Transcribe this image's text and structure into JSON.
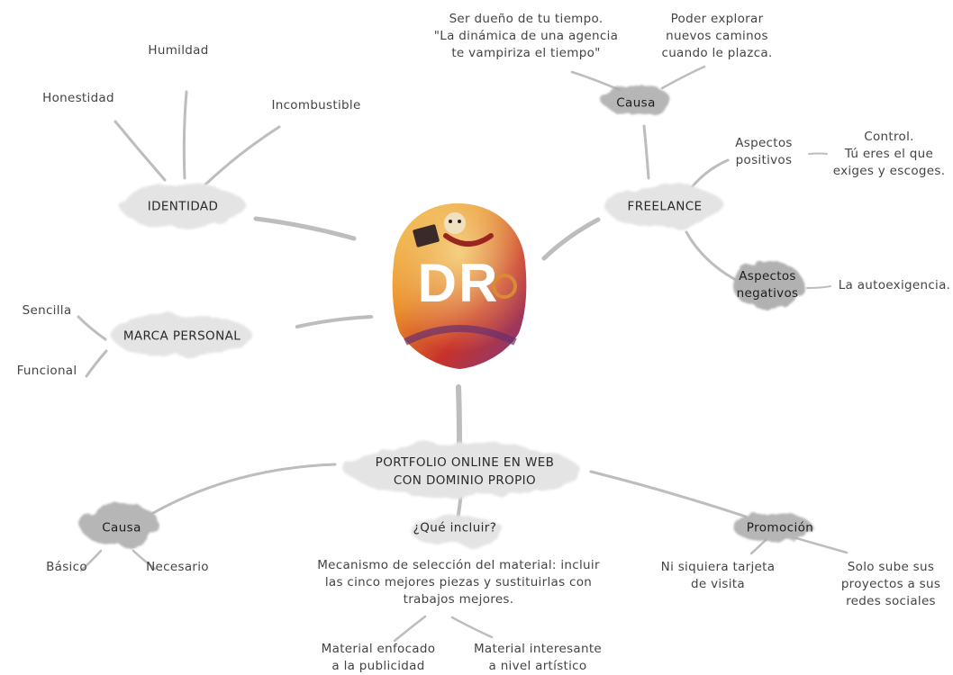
{
  "center": {
    "logo_text": "DR"
  },
  "identidad": {
    "title": "IDENTIDAD",
    "children": [
      "Humildad",
      "Honestidad",
      "Incombustible"
    ]
  },
  "marca": {
    "title": "MARCA PERSONAL",
    "children": [
      "Sencilla",
      "Funcional"
    ]
  },
  "freelance": {
    "title": "FREELANCE",
    "causa": {
      "title": "Causa",
      "reason_1": [
        "Ser dueño de tu tiempo.",
        "\"La dinámica de una agencia",
        "te vampiriza el tiempo\""
      ],
      "reason_2": [
        "Poder explorar",
        "nuevos caminos",
        "cuando le plazca."
      ]
    },
    "positivos": {
      "title": [
        "Aspectos",
        "positivos"
      ],
      "detail": [
        "Control.",
        "Tú eres el que",
        "exiges y escoges."
      ]
    },
    "negativos": {
      "title": [
        "Aspectos",
        "negativos"
      ],
      "detail": "La autoexigencia."
    }
  },
  "portfolio": {
    "title": [
      "PORTFOLIO ONLINE EN WEB",
      "CON DOMINIO PROPIO"
    ],
    "causa": {
      "title": "Causa",
      "children": [
        "Básico",
        "Necesario"
      ]
    },
    "incluir": {
      "title": "¿Qué incluir?",
      "detail": [
        "Mecanismo de selección del material: incluir",
        "las cinco mejores piezas y sustituirlas con",
        "trabajos mejores."
      ],
      "sub_1": [
        "Material enfocado",
        "a la publicidad"
      ],
      "sub_2": [
        "Material interesante",
        "a nivel artístico"
      ]
    },
    "promocion": {
      "title": "Promoción",
      "child_1": [
        "Ni siquiera tarjeta",
        "de visita"
      ],
      "child_2": [
        "Solo sube sus",
        "proyectos a sus",
        "redes sociales"
      ]
    }
  },
  "colors": {
    "branch": "#bdbdbd",
    "cloud_light": "#e4e4e4",
    "cloud_dark": "#a9a9a9",
    "text": "#444444",
    "logo_red": "#c8322a",
    "logo_orange": "#e98a2b",
    "logo_yellow": "#f2c64a",
    "logo_purple": "#8a3f8f"
  }
}
